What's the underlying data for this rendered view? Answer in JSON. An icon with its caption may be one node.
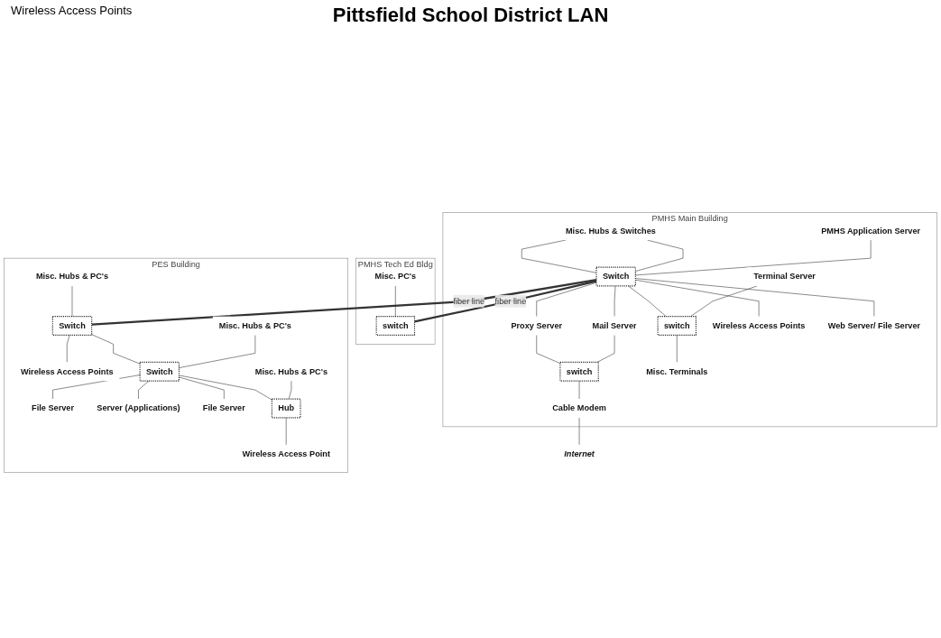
{
  "diagram": {
    "title": "Pittsfield School District LAN",
    "nodes": [
      {
        "text": [
          "PMHS Main Building"
        ]
      },
      {
        "text": [
          "Misc. Hubs & Switches"
        ],
        "in": 0
      },
      {
        "text": [
          "PMHS Application Server"
        ],
        "in": 0
      },
      {
        "text": [
          "Switch"
        ],
        "in": 0
      },
      {
        "text": [
          "Mail Server"
        ],
        "in": 0
      },
      {
        "text": [
          "Proxy Server"
        ],
        "in": 0
      },
      {
        "text": [
          "switch"
        ],
        "in": 0
      },
      {
        "text": [
          "Cable Modem"
        ],
        "in": 0
      },
      {
        "text": [
          "Terminal Server"
        ],
        "in": 0
      },
      {
        "text": [
          "switch"
        ],
        "in": 0
      },
      {
        "text": [
          "Misc. Terminals"
        ],
        "in": 0
      },
      {
        "text": [
          "Wireless Access Points"
        ],
        "in": 0
      },
      {
        "text": [
          "Web Server/ File Server"
        ],
        "in": 0
      },
      {
        "text": [
          "Internet"
        ]
      },
      {
        "text": [
          "PMHS Tech Ed Bldg"
        ]
      },
      {
        "text": [
          "Misc. PC's"
        ],
        "in": 14
      },
      {
        "text": [
          "switch"
        ],
        "in": 14
      },
      {
        "text": [
          "PES Building"
        ]
      },
      {
        "text": [
          "Misc. Hubs & PC's"
        ],
        "in": 17
      },
      {
        "text": [
          "Switch"
        ],
        "in": 17
      },
      {
        "text": [
          "Wireless Access Points"
        ],
        "in": 17
      },
      {
        "text": [
          "Misc. Hubs & PC's"
        ],
        "in": 17
      },
      {
        "text": [
          "Switch"
        ],
        "in": 17
      },
      {
        "text": [
          "File Server"
        ],
        "in": 17
      },
      {
        "text": [
          "Server (Applications)"
        ],
        "in": 17
      },
      {
        "text": [
          "File Server"
        ],
        "in": 17
      },
      {
        "text": [
          "Misc. Hubs & PC's"
        ],
        "in": 17
      },
      {
        "text": [
          "Hub"
        ],
        "in": 17
      },
      {
        "text": [
          "Wireless Access Point"
        ],
        "in": 17
      }
    ],
    "edges": [
      {
        "from": 1,
        "to": 3,
        "arrow": "none"
      },
      {
        "from": 1,
        "to": 3,
        "arrow": "none"
      },
      {
        "from": 2,
        "to": 3,
        "arrow": "none"
      },
      {
        "from": 3,
        "to": 4,
        "arrow": "none"
      },
      {
        "from": 3,
        "to": 5,
        "arrow": "none"
      },
      {
        "from": 3,
        "to": 12,
        "arrow": "none"
      },
      {
        "from": 5,
        "to": 6,
        "arrow": "none"
      },
      {
        "from": 4,
        "to": 6,
        "arrow": "none"
      },
      {
        "from": 6,
        "to": 7,
        "arrow": "none"
      },
      {
        "from": 7,
        "to": 13,
        "arrow": "none"
      },
      {
        "from": 3,
        "to": 9,
        "arrow": "none"
      },
      {
        "from": 8,
        "to": 9,
        "arrow": "none"
      },
      {
        "from": 9,
        "to": 10,
        "arrow": "none"
      },
      {
        "from": 3,
        "to": 11,
        "arrow": "none"
      },
      {
        "from": 3,
        "to": 16,
        "arrow": "none",
        "label": "fiber line",
        "style": "thick"
      },
      {
        "from": 3,
        "to": 19,
        "arrow": "none",
        "label": "fiber line",
        "style": "thick"
      },
      {
        "from": 15,
        "to": 16,
        "arrow": "none"
      },
      {
        "from": 18,
        "to": 19,
        "arrow": "none"
      },
      {
        "from": 19,
        "to": 20,
        "arrow": "none"
      },
      {
        "from": 19,
        "to": 22,
        "arrow": "none"
      },
      {
        "from": 21,
        "to": 22,
        "arrow": "none"
      },
      {
        "from": 22,
        "to": 23,
        "arrow": "none"
      },
      {
        "from": 22,
        "to": 24,
        "arrow": "none"
      },
      {
        "from": 22,
        "to": 25,
        "arrow": "none"
      },
      {
        "from": 22,
        "to": 27,
        "arrow": "none"
      },
      {
        "from": 26,
        "to": 27,
        "arrow": "none"
      },
      {
        "from": 27,
        "to": 28,
        "arrow": "none"
      }
    ],
    "labels": [
      "Wireless Access Points"
    ]
  }
}
